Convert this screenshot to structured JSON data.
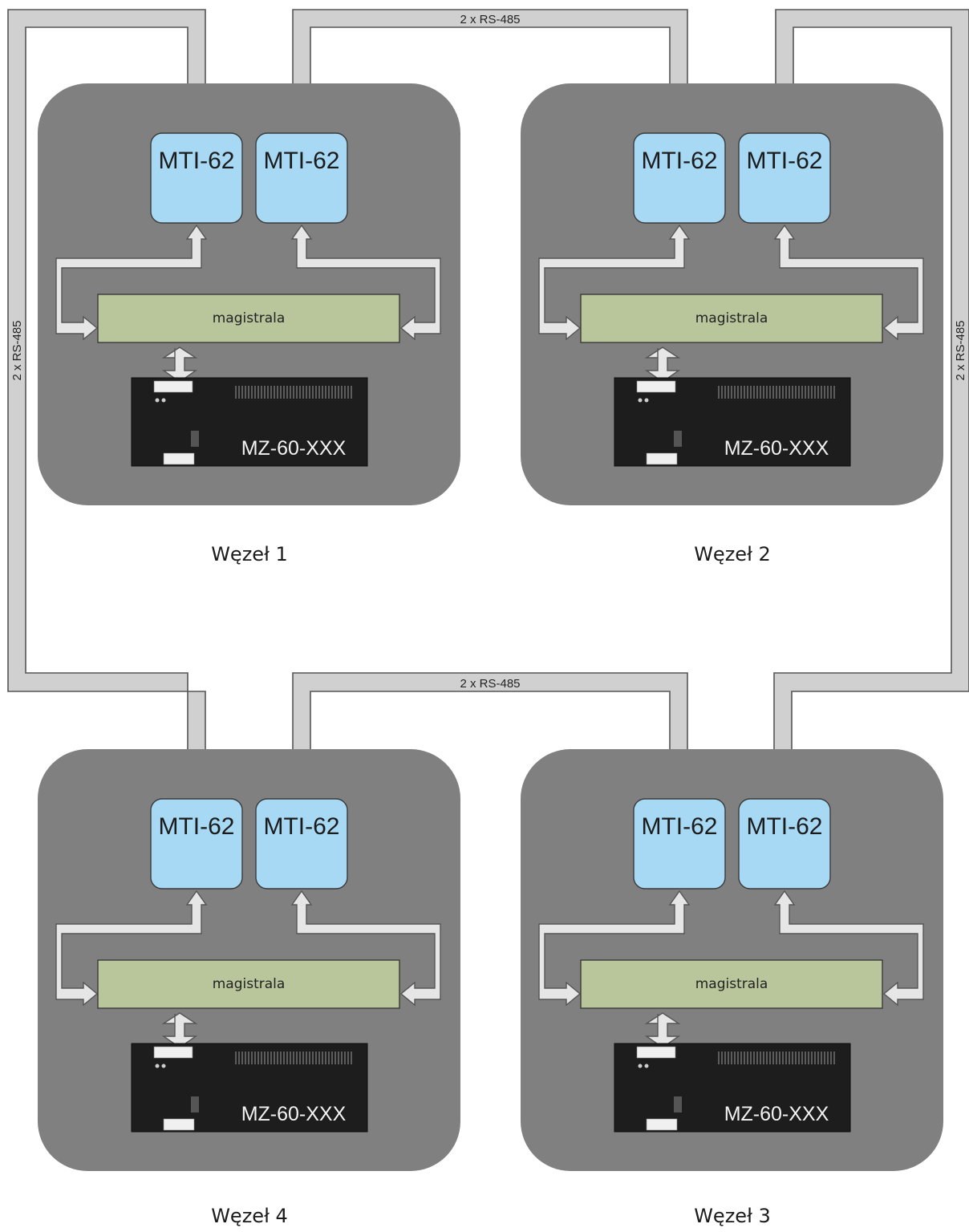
{
  "links": {
    "ring_label": "2 x RS-485"
  },
  "nodes": [
    {
      "id": "n1",
      "label": "Węzeł 1",
      "mti_left": "MTI-62",
      "mti_right": "MTI-62",
      "bus": "magistrala",
      "device": "MZ-60-XXX"
    },
    {
      "id": "n2",
      "label": "Węzeł 2",
      "mti_left": "MTI-62",
      "mti_right": "MTI-62",
      "bus": "magistrala",
      "device": "MZ-60-XXX"
    },
    {
      "id": "n4",
      "label": "Węzeł 4",
      "mti_left": "MTI-62",
      "mti_right": "MTI-62",
      "bus": "magistrala",
      "device": "MZ-60-XXX"
    },
    {
      "id": "n3",
      "label": "Węzeł 3",
      "mti_left": "MTI-62",
      "mti_right": "MTI-62",
      "bus": "magistrala",
      "device": "MZ-60-XXX"
    }
  ],
  "colors": {
    "node_panel": "#808080",
    "mti_fill": "#a7d8f4",
    "bus_fill": "#b9c69c",
    "device_fill": "#1d1d1d",
    "ring_pipe": "#d0d0d0"
  }
}
